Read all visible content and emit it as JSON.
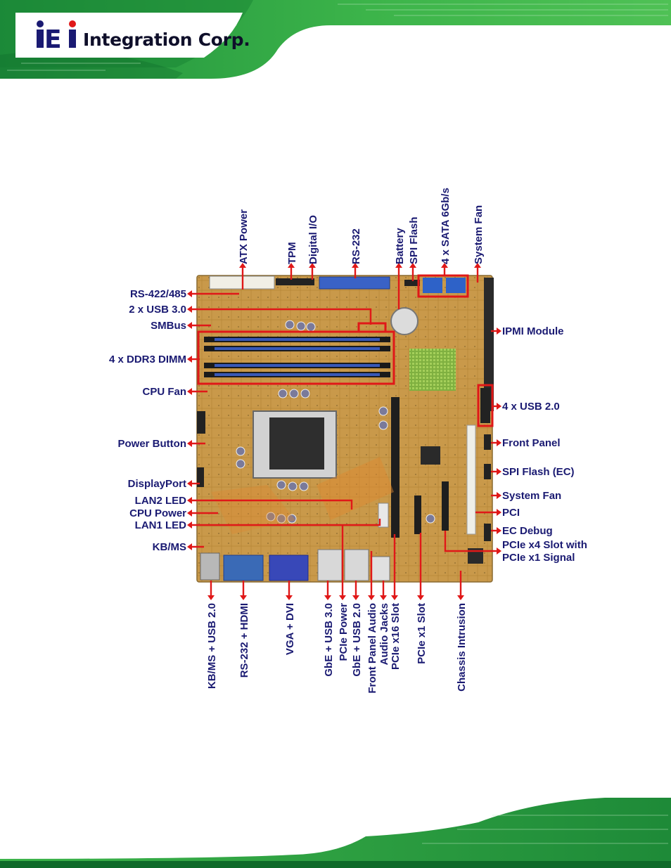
{
  "brand": {
    "logo_mark": "iEi",
    "logo_text": "Integration Corp."
  },
  "labels": {
    "top": [
      "ATX Power",
      "TPM",
      "Digital I/O",
      "RS-232",
      "Battery",
      "SPI Flash",
      "4 x SATA 6Gb/s",
      "System Fan"
    ],
    "left": [
      "RS-422/485",
      "2 x USB 3.0",
      "SMBus",
      "4 x DDR3 DIMM",
      "CPU Fan",
      "Power Button",
      "DisplayPort",
      "LAN2 LED",
      "CPU Power",
      "LAN1 LED",
      "KB/MS"
    ],
    "right": [
      "IPMI Module",
      "4 x USB 2.0",
      "Front Panel",
      "SPI Flash (EC)",
      "System Fan",
      "PCI",
      "EC Debug",
      "PCIe x4 Slot with",
      "PCIe x1 Signal"
    ],
    "bottom": [
      "KB/MS + USB 2.0",
      "RS-232 + HDMI",
      "VGA + DVI",
      "GbE  + USB 3.0",
      "PCIe Power",
      "GbE  + USB 2.0",
      "Front Panel Audio",
      "Audio Jacks",
      "PCIe x16 Slot",
      "PCIe x1 Slot",
      "Chassis Intrusion"
    ]
  },
  "colors": {
    "arrow": "#e01818",
    "label": "#1a1a72",
    "board": "#c89a4a",
    "brand_green": "#2fa84a"
  }
}
